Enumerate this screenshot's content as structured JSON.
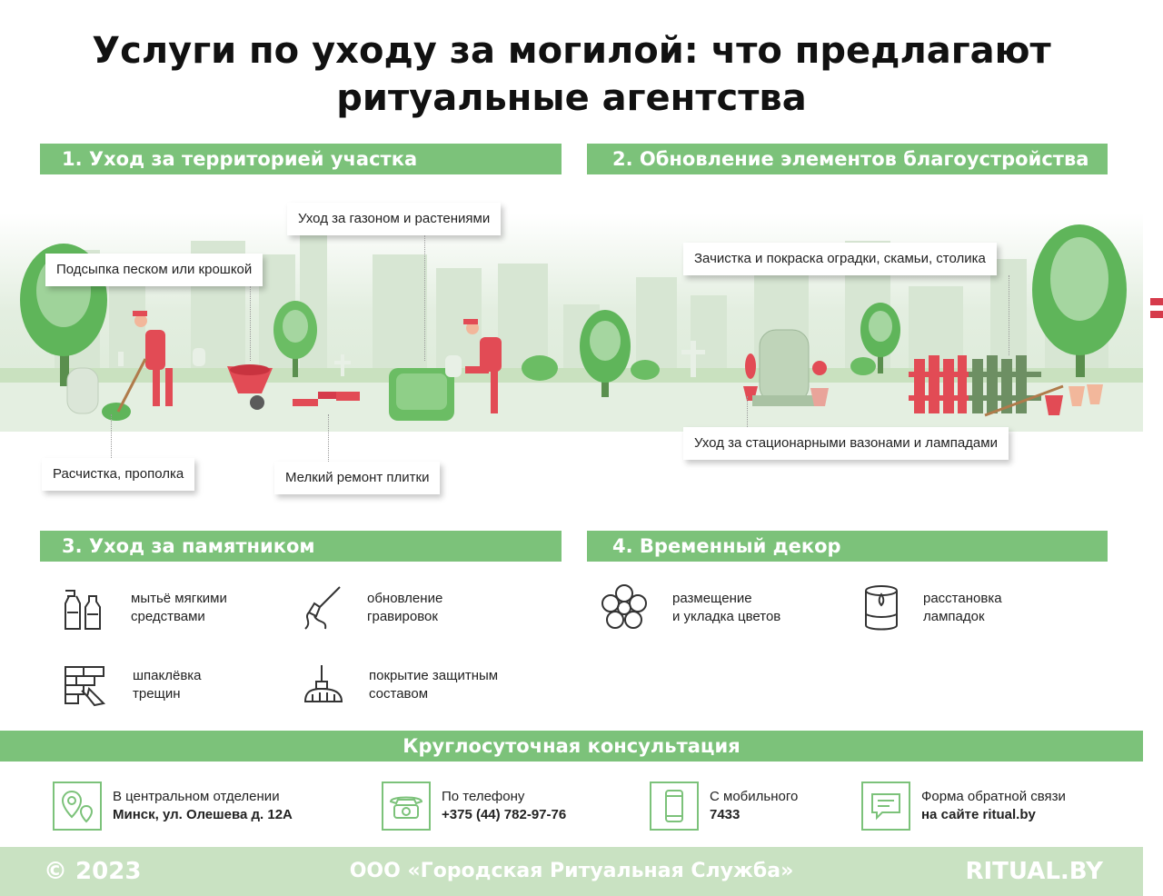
{
  "title_line1": "Услуги по уходу за могилой: что предлагают",
  "title_line2": "ритуальные агентства",
  "sections": {
    "s1": "1. Уход за территорией участка",
    "s2": "2. Обновление элементов благоустройства",
    "s3": "3. Уход за памятником",
    "s4": "4. Временный декор"
  },
  "callouts": {
    "lawn": "Уход за газоном и растениями",
    "sand": "Подсыпка песком или крошкой",
    "fence": "Зачистка и покраска оградки, скамьи, столика",
    "weeding": "Расчистка, прополка",
    "tiles": "Мелкий ремонт плитки",
    "vases": "Уход за стационарными вазонами и лампадами"
  },
  "monument_services": {
    "wash": [
      "мытьё мягкими",
      "средствами"
    ],
    "engrave": [
      "обновление",
      "гравировок"
    ],
    "putty": [
      "шпаклёвка",
      "трещин"
    ],
    "coat": [
      "покрытие защитным",
      "составом"
    ]
  },
  "decor_services": {
    "flowers": [
      "размещение",
      "и укладка цветов"
    ],
    "lamps": [
      "расстановка",
      "лампадок"
    ]
  },
  "consult_title": "Круглосуточная консультация",
  "contacts": {
    "office": {
      "line1": "В центральном отделении",
      "line2": "Минск, ул. Олешева д. 12А"
    },
    "phone": {
      "line1": "По телефону",
      "line2": "+375 (44) 782-97-76"
    },
    "mobile": {
      "line1": "С мобильного",
      "line2": "7433"
    },
    "form": {
      "line1": "Форма обратной связи",
      "line2": "на сайте ritual.by"
    }
  },
  "footer": {
    "copyright": "© 2023",
    "company": "ООО «Городская Ритуальная Служба»",
    "site": "RITUAL.BY"
  },
  "colors": {
    "accent_green": "#7cc27a",
    "footer_green": "#c9e2c2",
    "red": "#e24b55"
  },
  "icons": [
    "detergent-bottles-icon",
    "brush-icon",
    "trowel-bricks-icon",
    "broom-icon",
    "flower-icon",
    "candle-icon",
    "location-pin-icon",
    "telephone-icon",
    "mobile-phone-icon",
    "chat-message-icon"
  ]
}
